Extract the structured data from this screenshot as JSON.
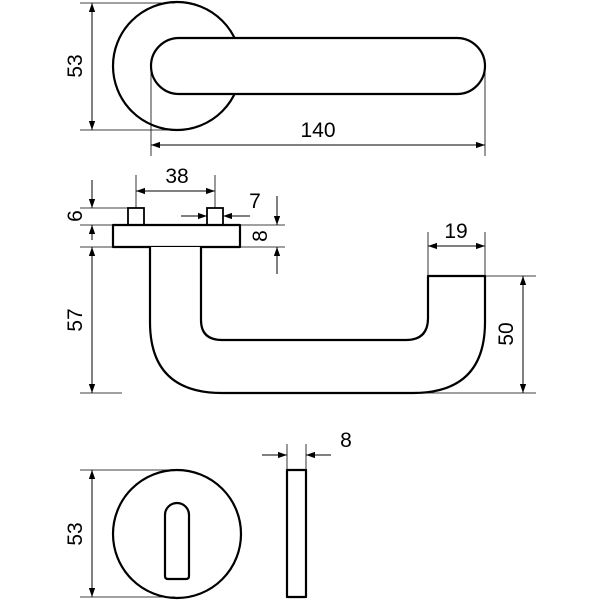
{
  "drawing": {
    "top_view": {
      "rose_diameter": "53",
      "lever_length": "140"
    },
    "side_view": {
      "spindle_spacing": "38",
      "spindle_width": "7",
      "spindle_height": "6",
      "rose_thickness": "8",
      "projection": "57",
      "tip_width": "19",
      "tip_height": "50"
    },
    "escutcheon": {
      "diameter": "53",
      "thickness": "8"
    }
  }
}
